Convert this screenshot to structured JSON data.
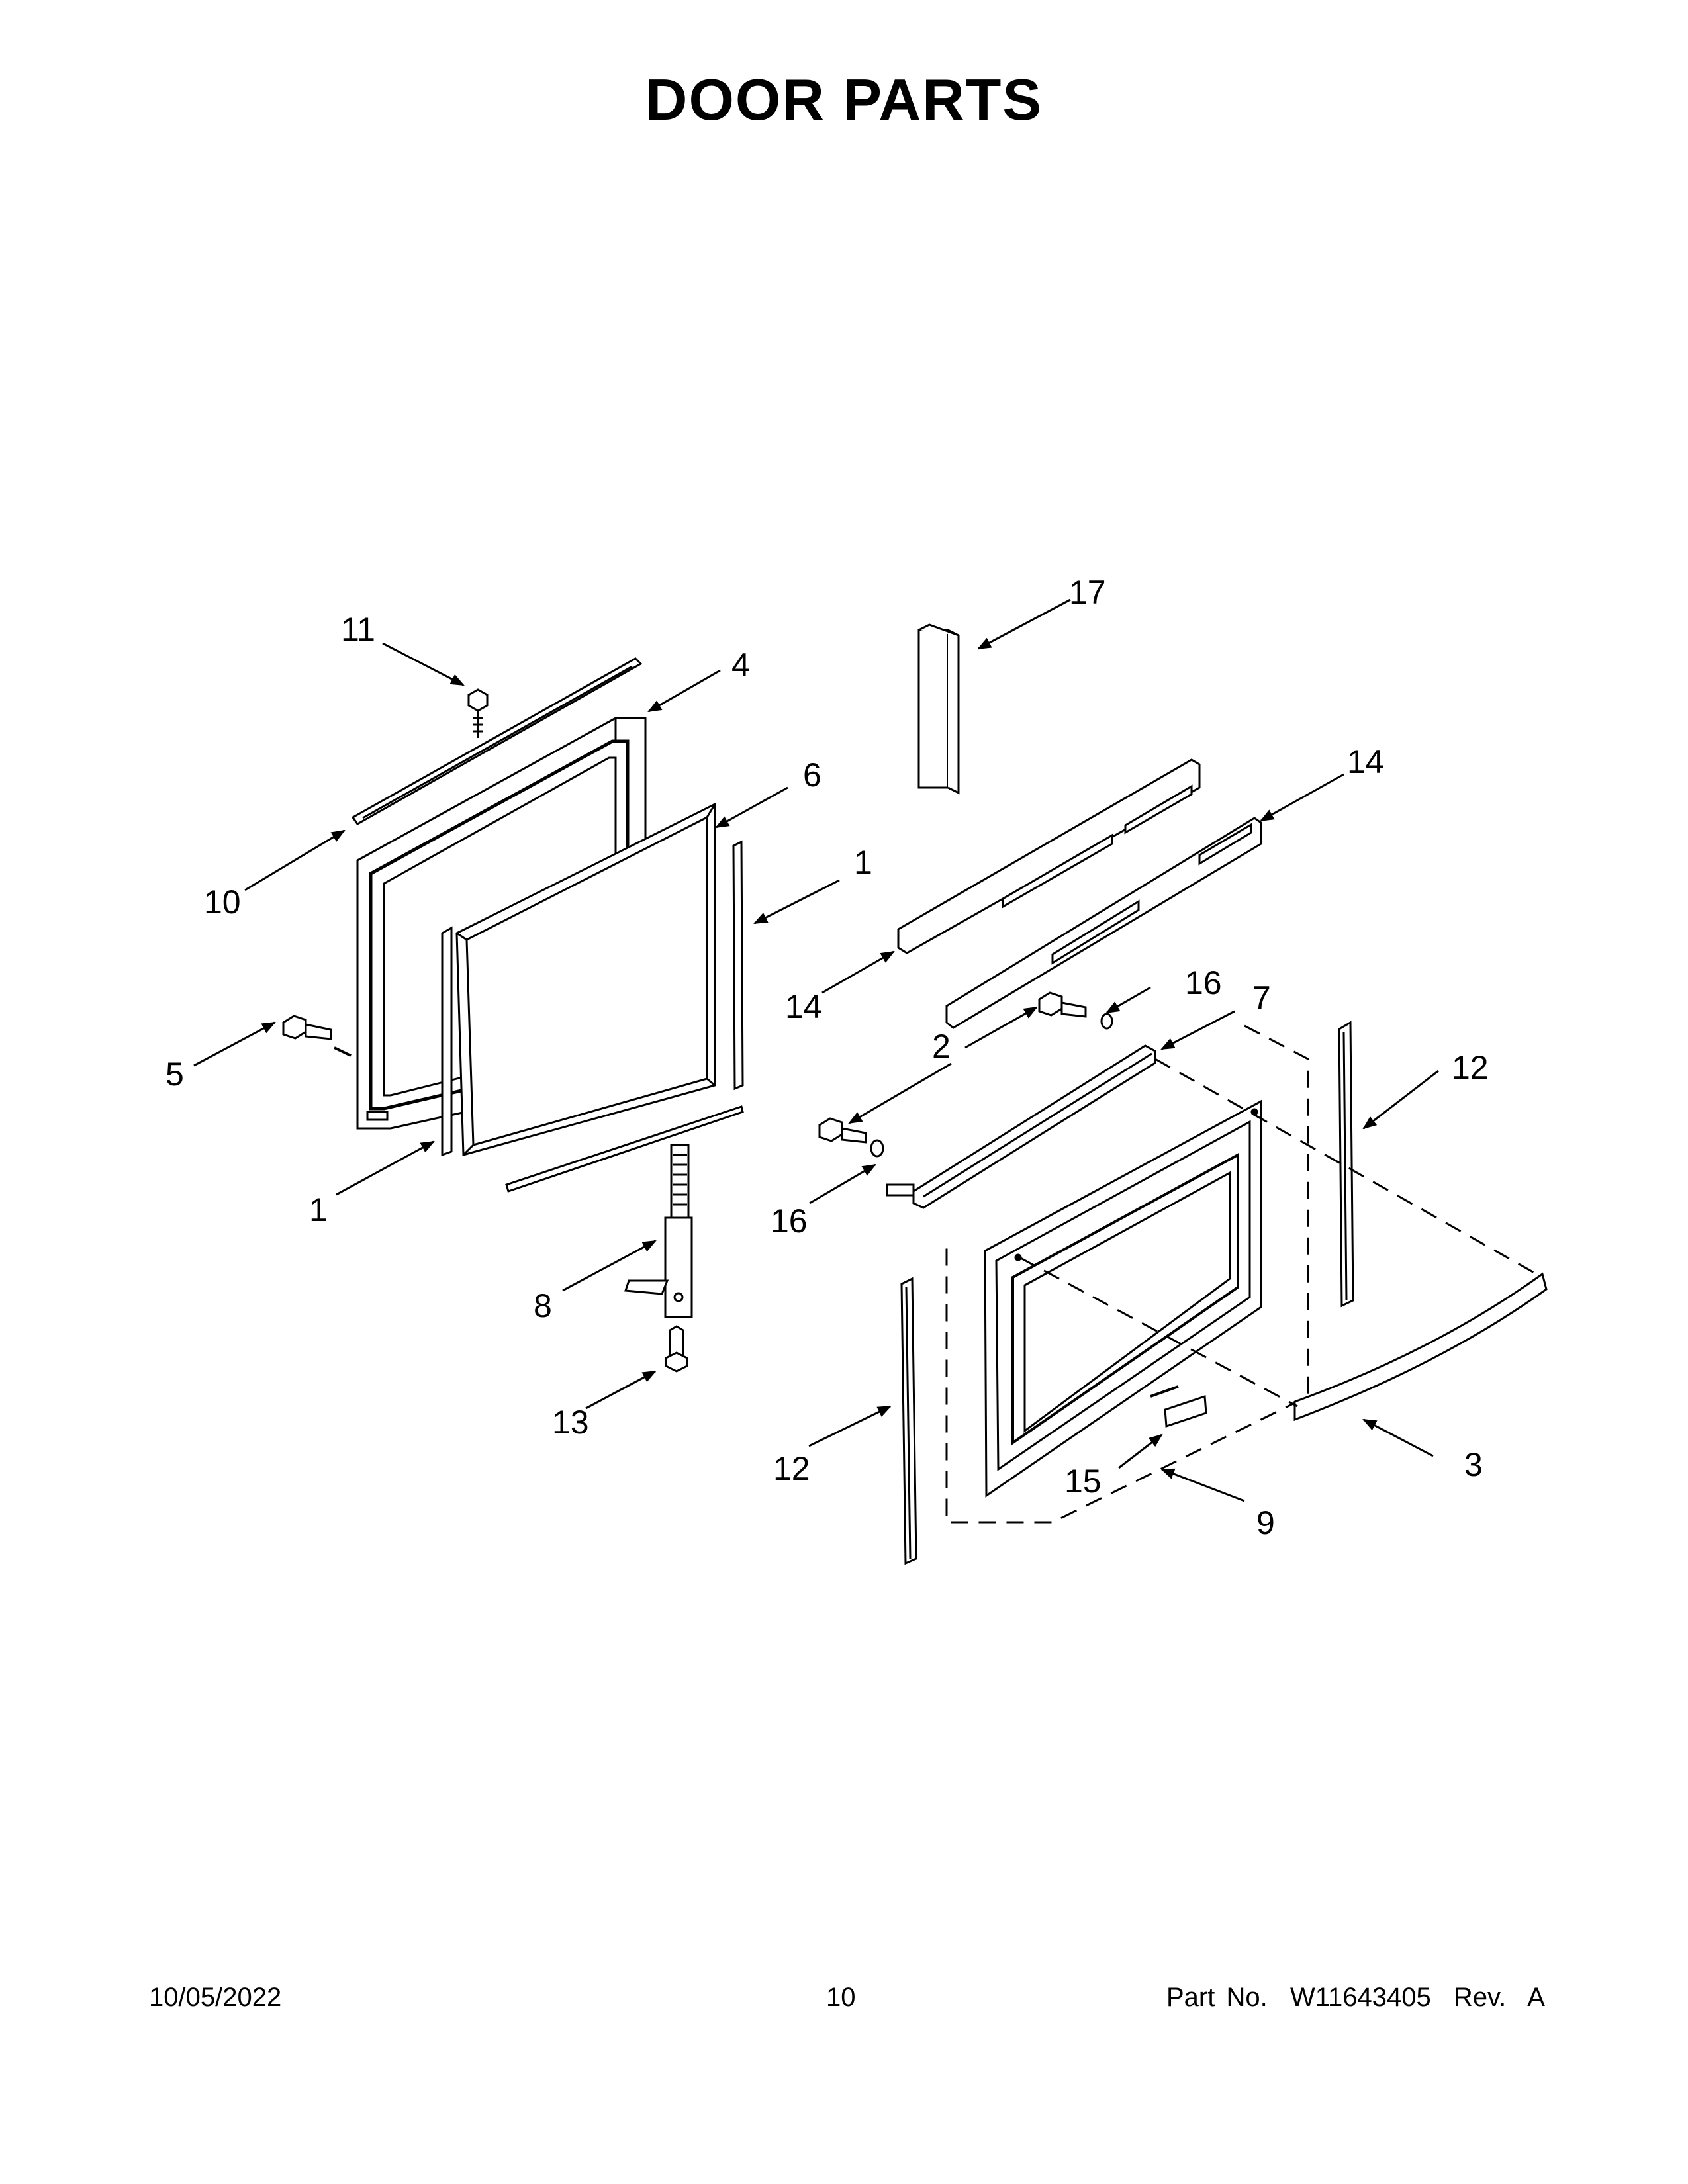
{
  "title": "DOOR PARTS",
  "footer": {
    "date": "10/05/2022",
    "page": "10",
    "part_no": "Part No.  W11643405  Rev.  A"
  },
  "callouts": [
    "11",
    "4",
    "6",
    "1",
    "10",
    "5",
    "1",
    "17",
    "14",
    "14",
    "16",
    "7",
    "2",
    "12",
    "16",
    "8",
    "13",
    "12",
    "15",
    "3",
    "9"
  ]
}
